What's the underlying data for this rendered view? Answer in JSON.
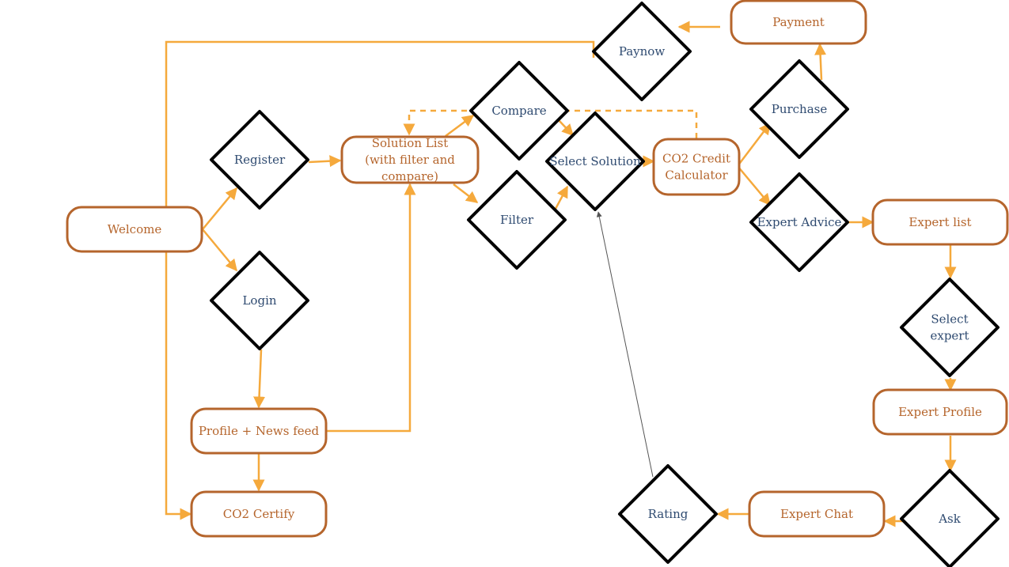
{
  "diagram": {
    "type": "flowchart",
    "colors": {
      "process_border": "#b5652c",
      "process_text": "#b5652c",
      "decision_border": "#000000",
      "decision_text": "#2e4a70",
      "connector": "#f5a93c",
      "feedback_connector": "#555555"
    },
    "nodes": [
      {
        "id": "welcome",
        "shape": "rounded-rect",
        "lines": [
          "Welcome"
        ]
      },
      {
        "id": "register",
        "shape": "diamond",
        "lines": [
          "Register"
        ]
      },
      {
        "id": "login",
        "shape": "diamond",
        "lines": [
          "Login"
        ]
      },
      {
        "id": "solution-list",
        "shape": "rounded-rect",
        "lines": [
          "Solution List",
          "(with filter and",
          "compare)"
        ]
      },
      {
        "id": "compare",
        "shape": "diamond",
        "lines": [
          "Compare"
        ]
      },
      {
        "id": "filter",
        "shape": "diamond",
        "lines": [
          "Filter"
        ]
      },
      {
        "id": "select-solution",
        "shape": "diamond",
        "lines": [
          "Select Solution"
        ]
      },
      {
        "id": "co2-calculator",
        "shape": "rounded-rect",
        "lines": [
          "CO2 Credit",
          "Calculator"
        ]
      },
      {
        "id": "purchase",
        "shape": "diamond",
        "lines": [
          "Purchase"
        ]
      },
      {
        "id": "payment",
        "shape": "rounded-rect",
        "lines": [
          "Payment"
        ]
      },
      {
        "id": "paynow",
        "shape": "diamond",
        "lines": [
          "Paynow"
        ]
      },
      {
        "id": "expert-advice",
        "shape": "diamond",
        "lines": [
          "Expert Advice"
        ]
      },
      {
        "id": "expert-list",
        "shape": "rounded-rect",
        "lines": [
          "Expert list"
        ]
      },
      {
        "id": "select-expert",
        "shape": "diamond",
        "lines": [
          "Select",
          "expert"
        ]
      },
      {
        "id": "expert-profile",
        "shape": "rounded-rect",
        "lines": [
          "Expert Profile"
        ]
      },
      {
        "id": "ask",
        "shape": "diamond",
        "lines": [
          "Ask"
        ]
      },
      {
        "id": "expert-chat",
        "shape": "rounded-rect",
        "lines": [
          "Expert Chat"
        ]
      },
      {
        "id": "rating",
        "shape": "diamond",
        "lines": [
          "Rating"
        ]
      },
      {
        "id": "profile-news",
        "shape": "rounded-rect",
        "lines": [
          "Profile + News feed"
        ]
      },
      {
        "id": "co2-certify",
        "shape": "rounded-rect",
        "lines": [
          "CO2 Certify"
        ]
      }
    ],
    "edges": [
      {
        "from": "welcome",
        "to": "register",
        "style": "solid"
      },
      {
        "from": "welcome",
        "to": "login",
        "style": "solid"
      },
      {
        "from": "register",
        "to": "solution-list",
        "style": "solid"
      },
      {
        "from": "login",
        "to": "profile-news",
        "style": "solid"
      },
      {
        "from": "profile-news",
        "to": "solution-list",
        "style": "solid"
      },
      {
        "from": "profile-news",
        "to": "co2-certify",
        "style": "solid"
      },
      {
        "from": "solution-list",
        "to": "compare",
        "style": "solid"
      },
      {
        "from": "solution-list",
        "to": "filter",
        "style": "solid"
      },
      {
        "from": "compare",
        "to": "select-solution",
        "style": "solid"
      },
      {
        "from": "filter",
        "to": "select-solution",
        "style": "solid"
      },
      {
        "from": "co2-calculator",
        "to": "solution-list",
        "style": "dashed"
      },
      {
        "from": "select-solution",
        "to": "co2-calculator",
        "style": "solid"
      },
      {
        "from": "co2-calculator",
        "to": "purchase",
        "style": "solid"
      },
      {
        "from": "co2-calculator",
        "to": "expert-advice",
        "style": "solid"
      },
      {
        "from": "purchase",
        "to": "payment",
        "style": "solid"
      },
      {
        "from": "payment",
        "to": "paynow",
        "style": "solid"
      },
      {
        "from": "paynow",
        "to": "co2-certify",
        "style": "solid"
      },
      {
        "from": "expert-advice",
        "to": "expert-list",
        "style": "solid"
      },
      {
        "from": "expert-list",
        "to": "select-expert",
        "style": "solid"
      },
      {
        "from": "select-expert",
        "to": "expert-profile",
        "style": "solid"
      },
      {
        "from": "expert-profile",
        "to": "ask",
        "style": "solid"
      },
      {
        "from": "ask",
        "to": "expert-chat",
        "style": "solid"
      },
      {
        "from": "expert-chat",
        "to": "rating",
        "style": "solid"
      },
      {
        "from": "rating",
        "to": "select-solution",
        "style": "thin"
      }
    ]
  }
}
